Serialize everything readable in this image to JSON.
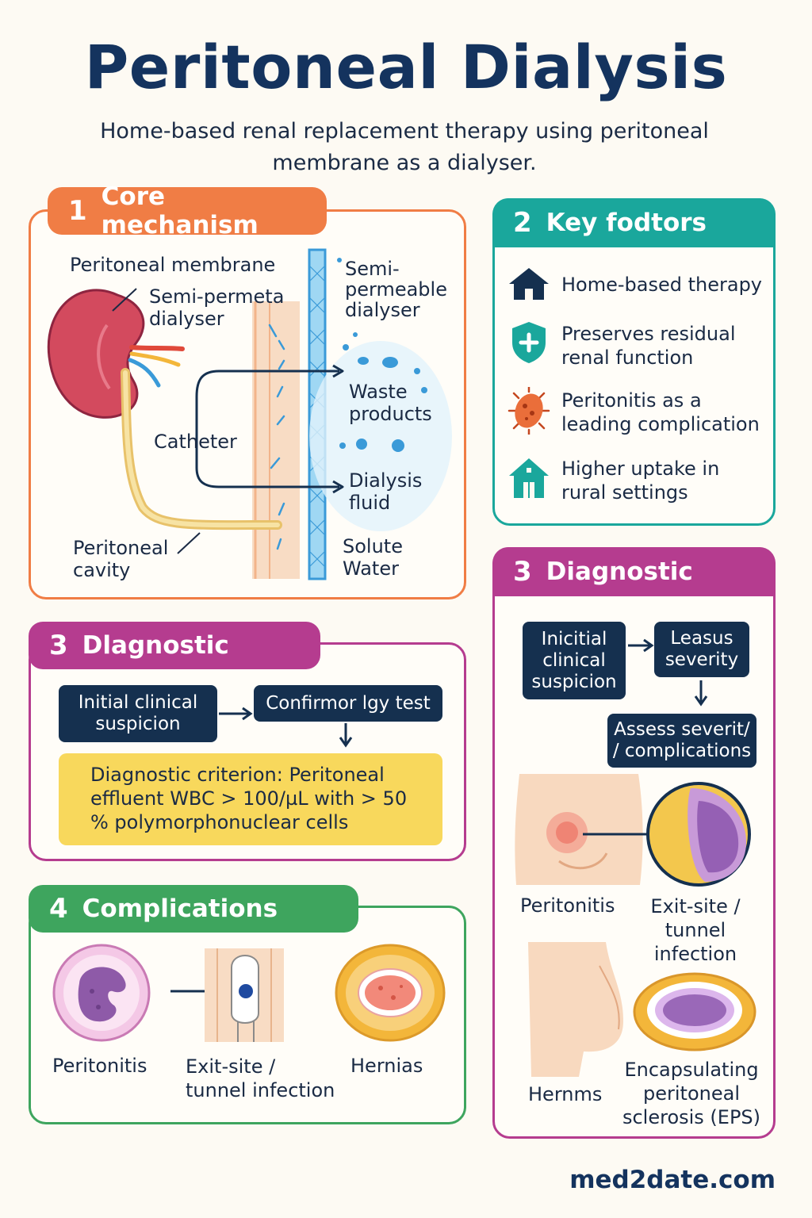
{
  "title": "Peritoneal Dialysis",
  "subtitle": "Home-based renal replacement therapy using peritoneal membrane as a dialyser.",
  "core": {
    "num": "1",
    "heading": "Core mechanism",
    "peritoneal_membrane": "Peritoneal membrane",
    "semi_permeta": "Semi-permeta\ndialyser",
    "semi_permeable": "Semi-\npermeable\ndialyser",
    "catheter": "Catheter",
    "waste": "Waste\nproducts",
    "dialysis_fluid": "Dialysis\nfluid",
    "peritoneal_cavity": "Peritoneal\ncavity",
    "solute_water": "Solute\nWater"
  },
  "factors": {
    "num": "2",
    "heading": "Key fodtors",
    "items": [
      {
        "label": "Home-based therapy",
        "icon": "house-icon"
      },
      {
        "label": "Preserves residual\nrenal function",
        "icon": "shield-plus-icon"
      },
      {
        "label": "Peritonitis as a\nleading complication",
        "icon": "bacteria-icon"
      },
      {
        "label": "Higher uptake in\nrural settings",
        "icon": "rural-house-icon"
      }
    ]
  },
  "diagnostic_left": {
    "num": "3",
    "heading": "Dlagnostic",
    "box1": "Initial clinical\nsuspicion",
    "box2": "Confirmor lgy test",
    "criterion": "Diagnostic criterion: Peritoneal effluent WBC > 100/µL with > 50 % polymorphonuclear cells"
  },
  "complications": {
    "num": "4",
    "heading": "Complications",
    "items": [
      "Peritonitis",
      "Exit-site /\ntunnel infection",
      "Hernias"
    ]
  },
  "diagnostic_right": {
    "num": "3",
    "heading": "Diagnostic",
    "box1": "Inicitial\nclinical\nsuspicion",
    "box2": "Leasus\nseverity",
    "box3": "Assess severit/\n/ complications",
    "items": [
      "Peritonitis",
      "Exit-site /\ntunnel\ninfection",
      "Hernms",
      "Encapsulating\nperitoneal\nsclerosis (EPS)"
    ]
  },
  "footer": "med2date.com",
  "colors": {
    "orange": "#f07d45",
    "teal": "#1aa79c",
    "magenta": "#b53c8f",
    "green": "#3ea55e",
    "navy": "#15304f",
    "yellow": "#f8d85c"
  }
}
